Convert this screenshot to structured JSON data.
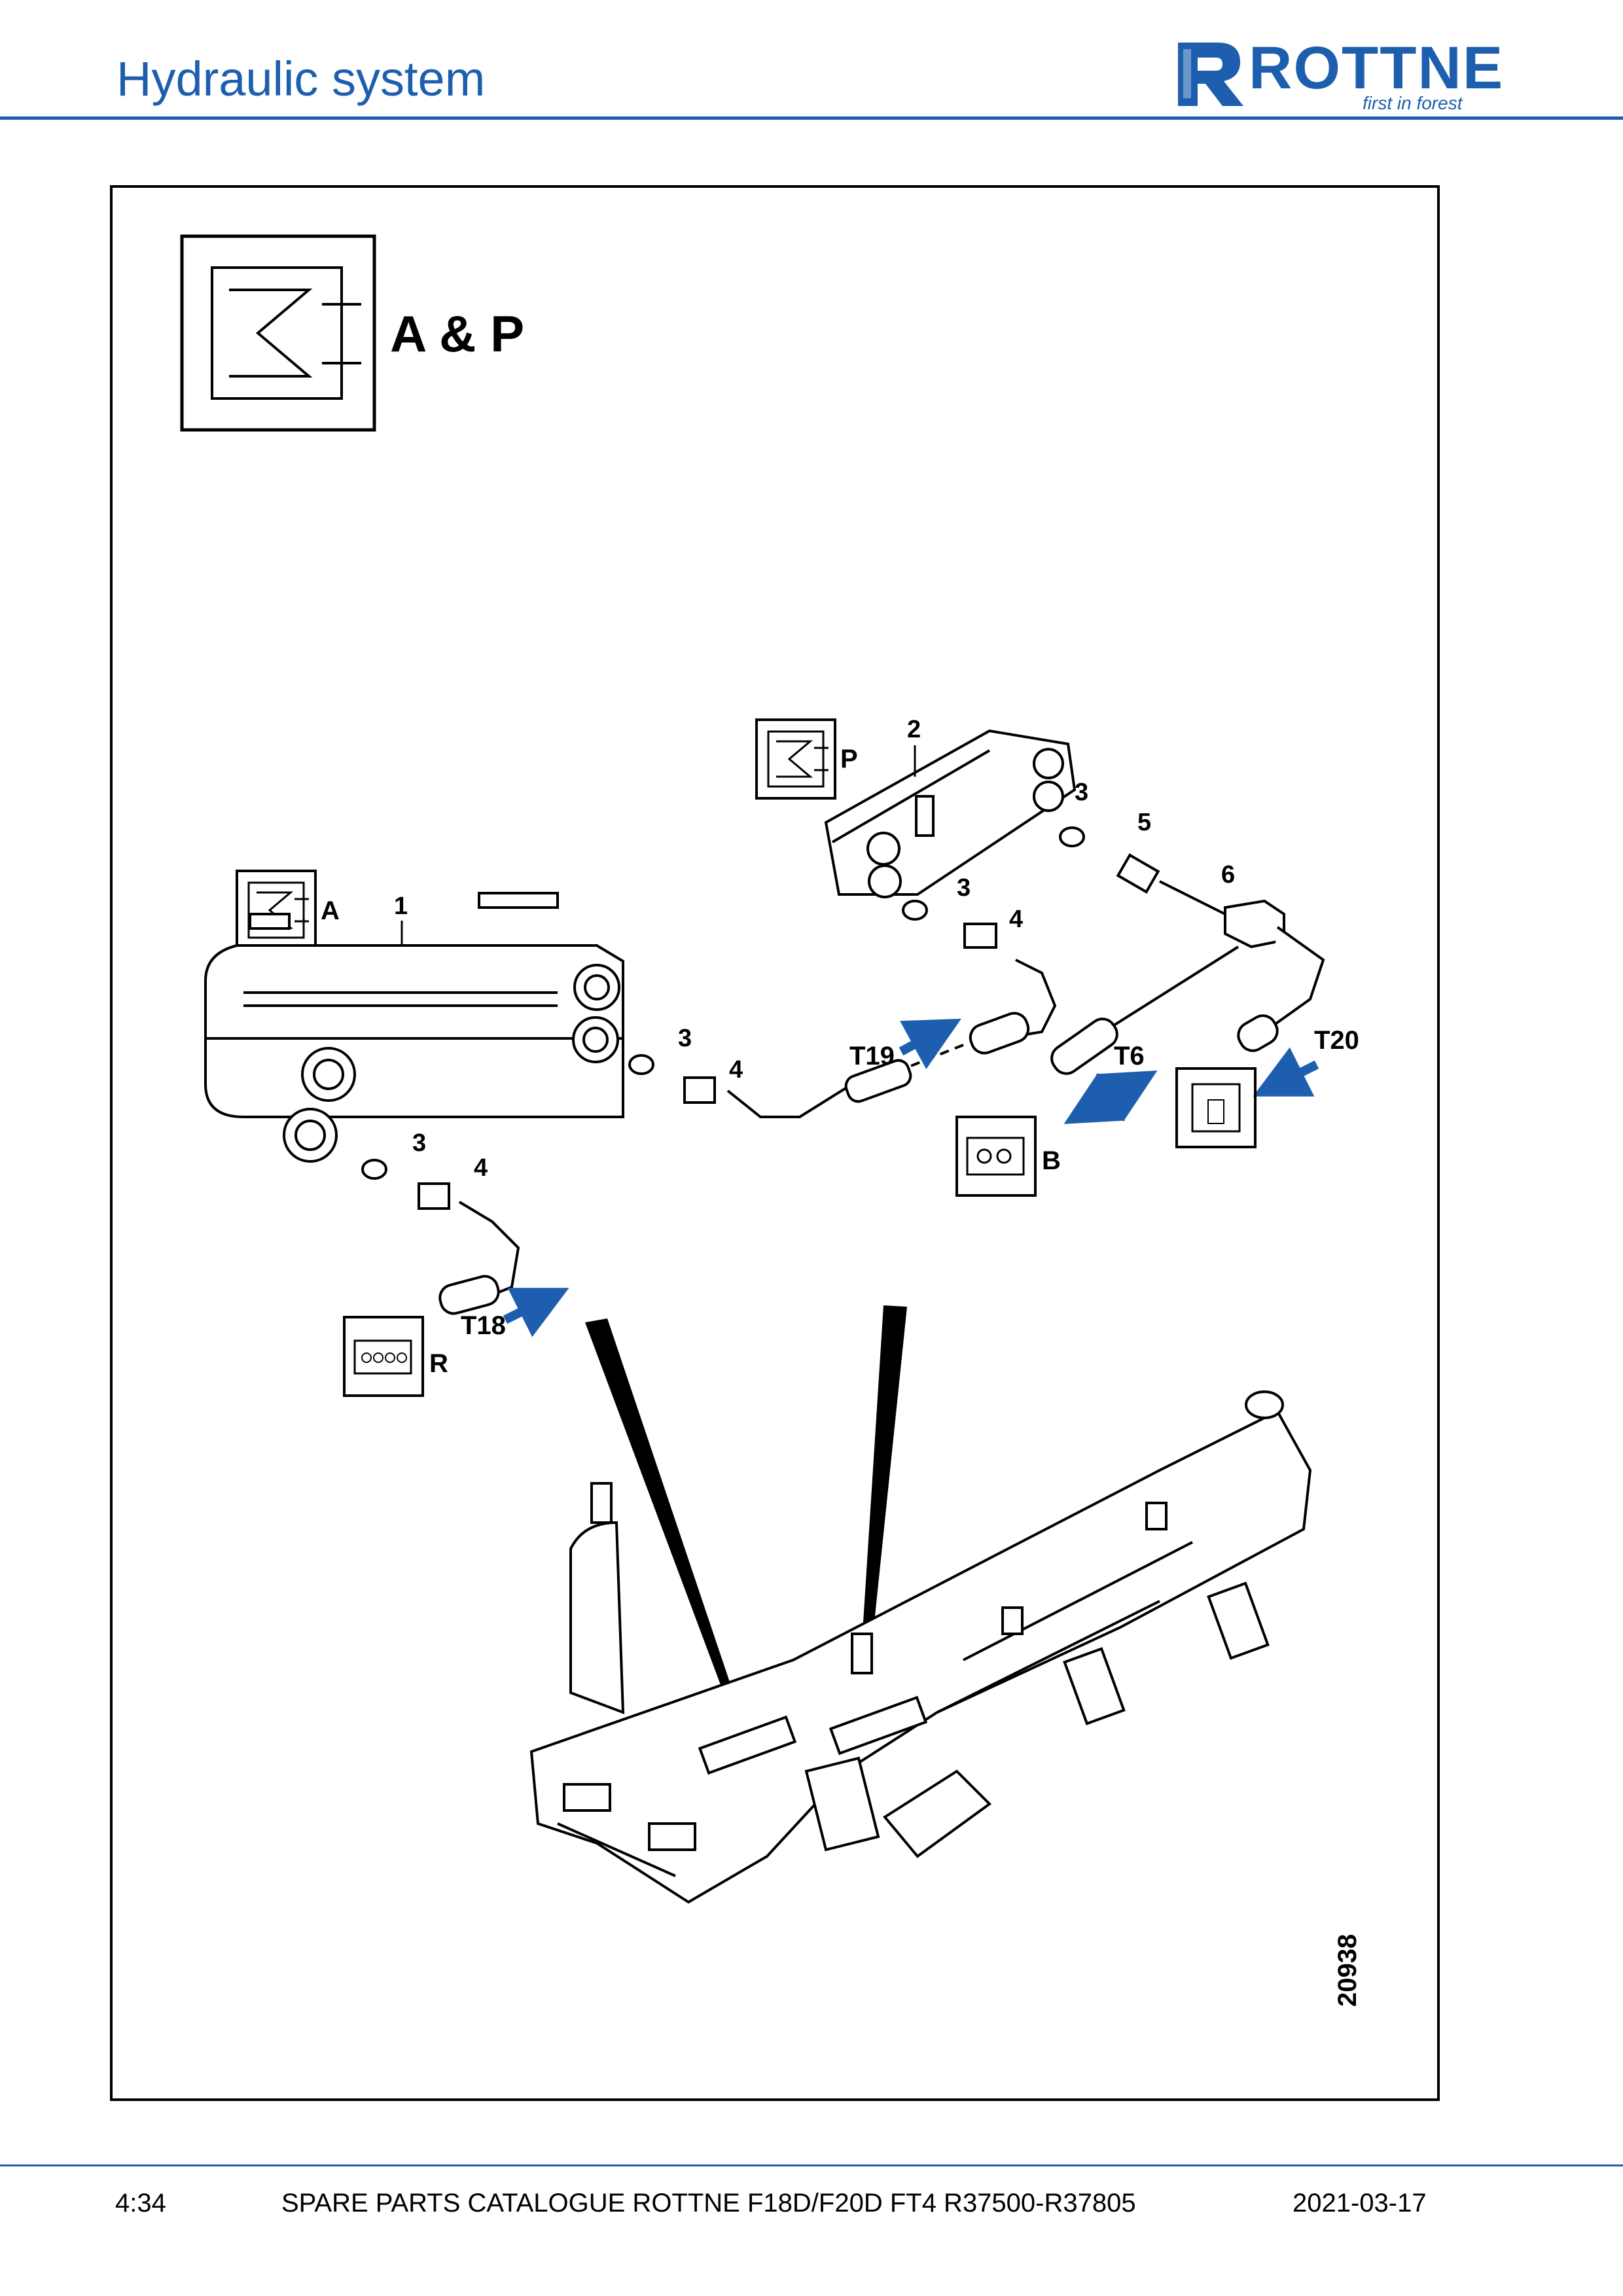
{
  "header": {
    "title": "Hydraulic system",
    "logo_text": "ROTTNE",
    "logo_tagline": "first in forest"
  },
  "diagram": {
    "heading": "A & P",
    "symbol_labels": {
      "a": "A",
      "p": "P",
      "b": "B",
      "r": "R"
    },
    "part_numbers": [
      "1",
      "2",
      "3",
      "3",
      "3",
      "3",
      "4",
      "4",
      "4",
      "5",
      "6"
    ],
    "connection_labels": [
      "T18",
      "T19",
      "T6",
      "T20"
    ],
    "figure_number": "20938"
  },
  "footer": {
    "page": "4:34",
    "catalogue": "SPARE PARTS CATALOGUE ROTTNE F18D/F20D FT4 R37500-R37805",
    "date": "2021-03-17"
  },
  "colors": {
    "brand_blue": "#1d5fae",
    "arrow_blue": "#1d5fae",
    "line": "#000000"
  }
}
